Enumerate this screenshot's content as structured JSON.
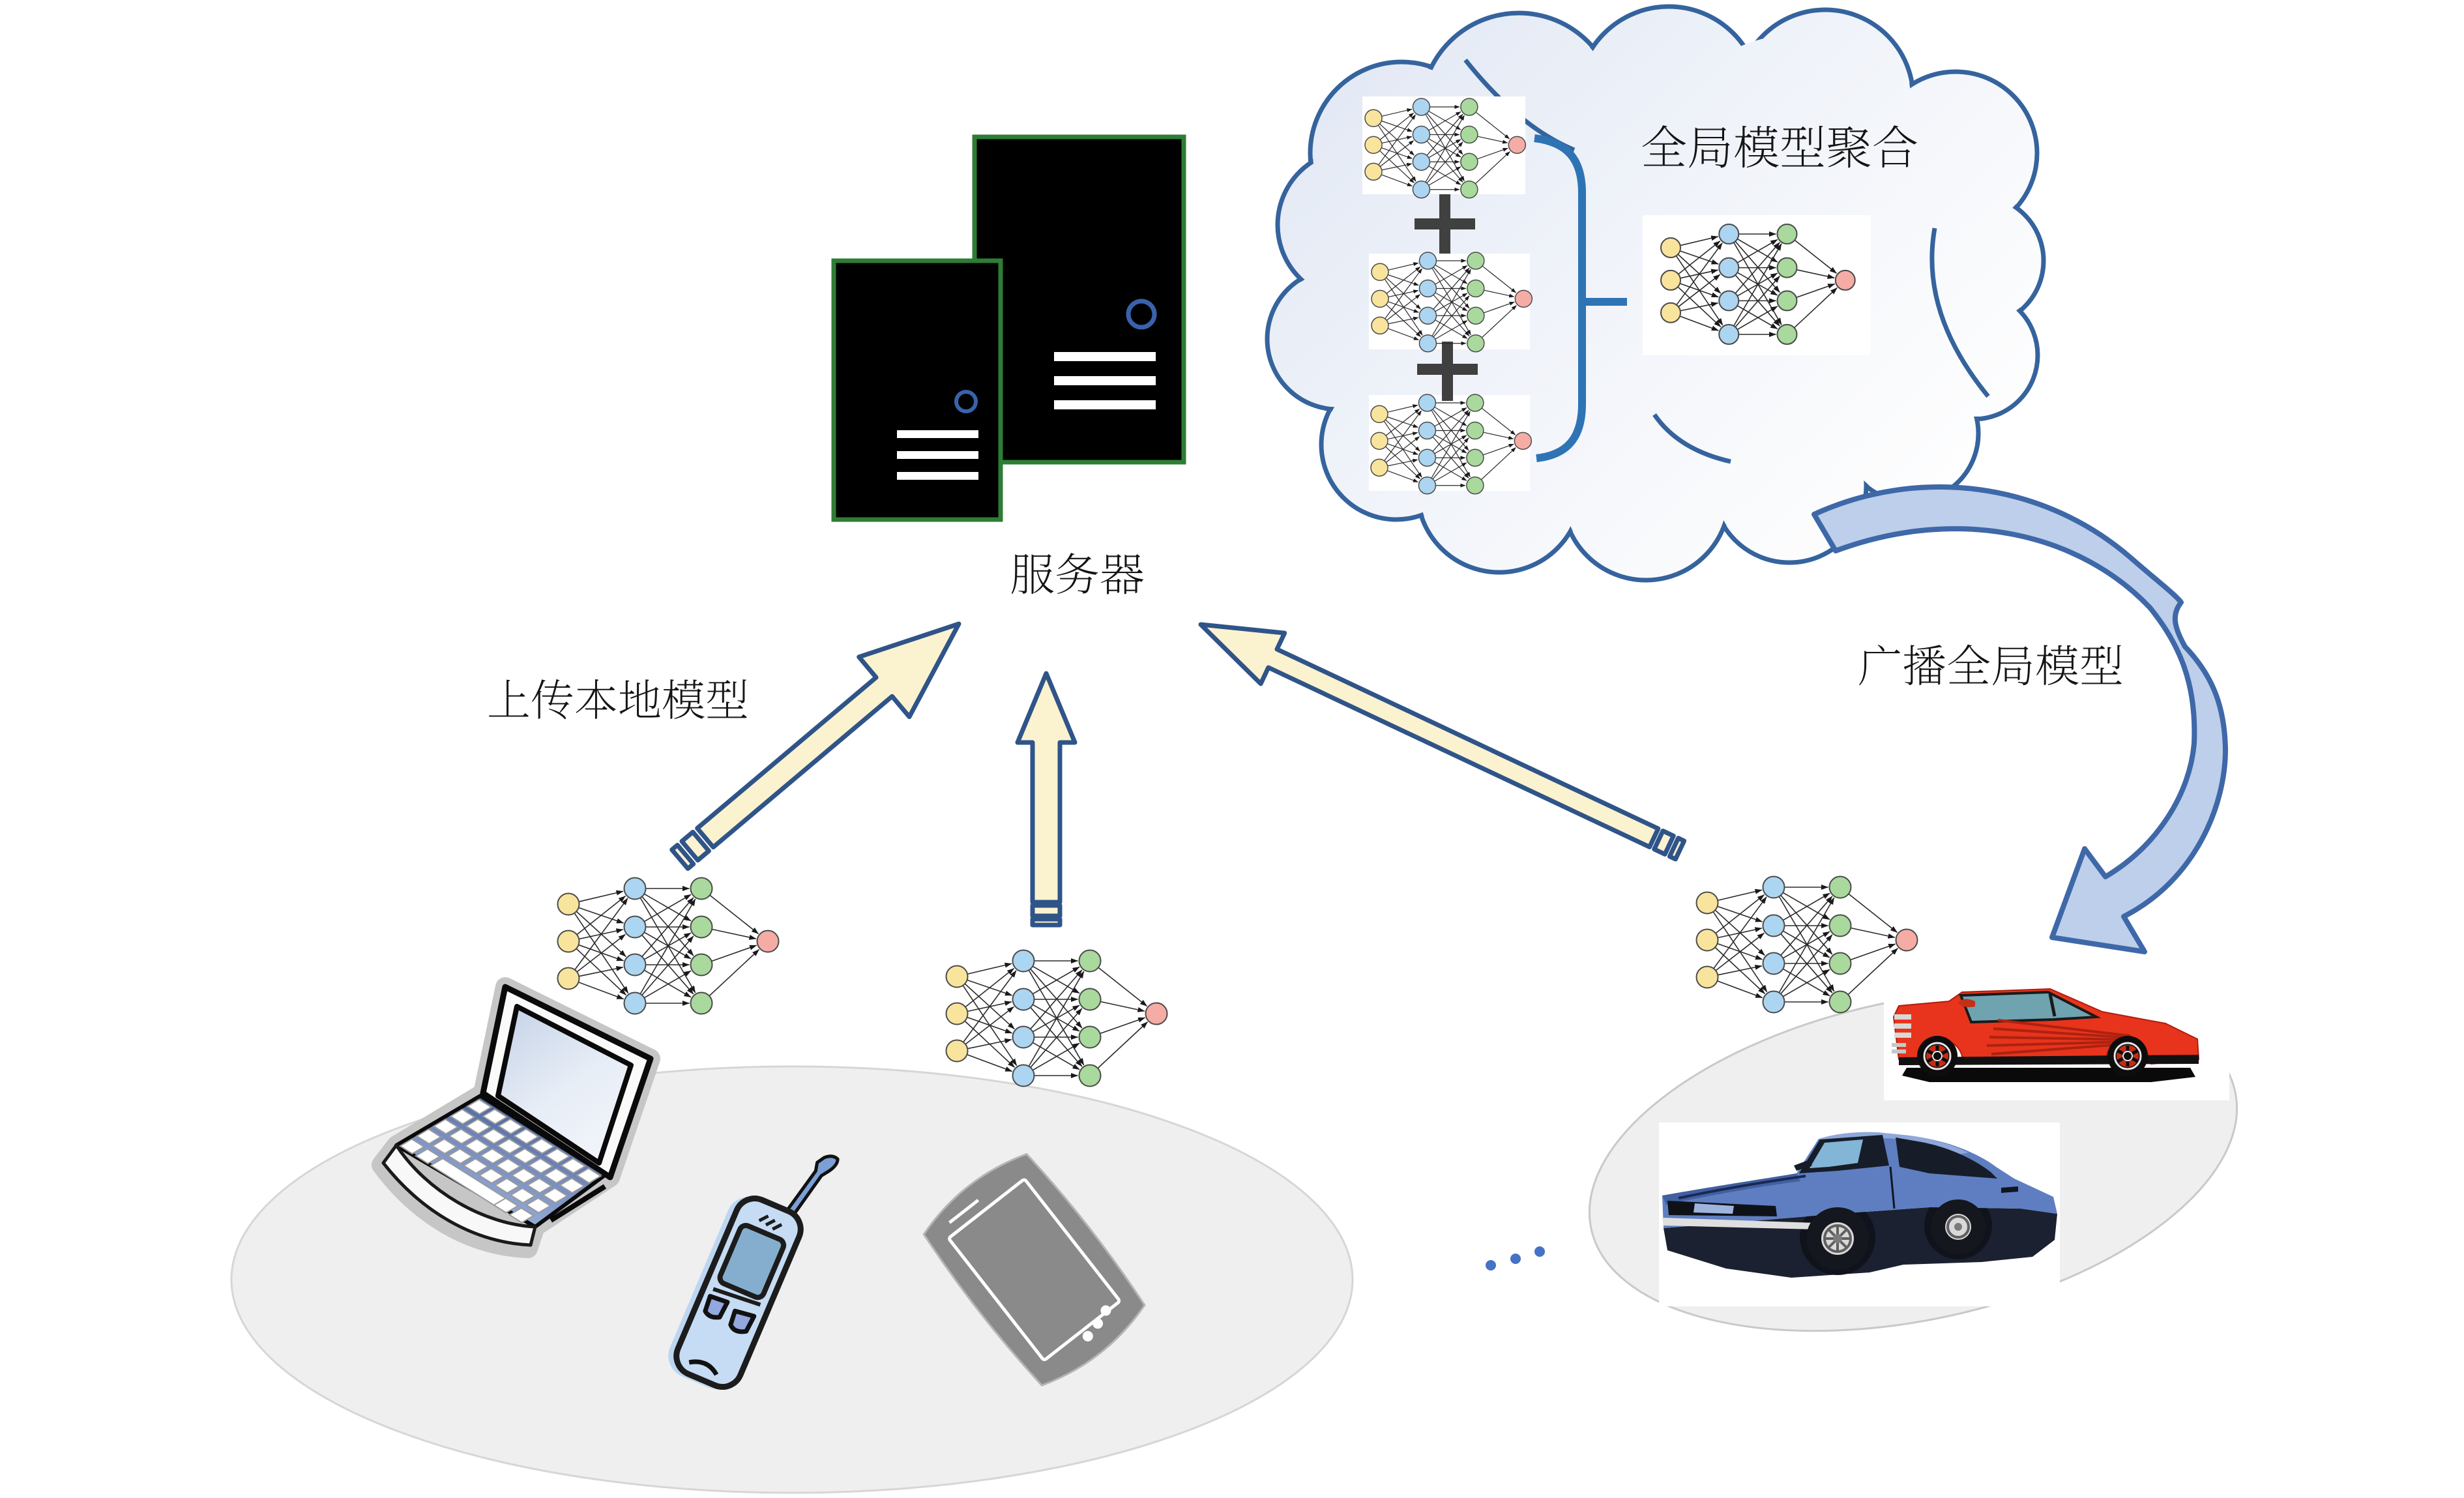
{
  "figure": {
    "type": "federated-learning-architecture-diagram",
    "background": "#FFFFFF",
    "labels": {
      "server": "服务器",
      "upload": "上传本地模型",
      "broadcast": "广播全局模型",
      "aggregate": "全局模型聚合",
      "plus_sign": "+",
      "ellipsis": "· · ·"
    },
    "text_color": "#141414",
    "cloud": {
      "stroke": "#35639D",
      "fill_from": "#E5EAF4",
      "fill_to": "#FDFDFE",
      "bracket_color": "#2E74B5",
      "plus_color": "#404040"
    },
    "servers": {
      "count": 2,
      "body_color": "#000000",
      "border_color": "#2E7D35",
      "vent_color": "#FFFFFF",
      "power_ring_color": "#3A62AC"
    },
    "upload_arrows": {
      "count": 3,
      "fill": "#FBF2D0",
      "stroke": "#2F5488"
    },
    "broadcast_arrow": {
      "fill": "#BDCFEA",
      "stroke": "#3E68A8"
    },
    "neural_network": {
      "layer_sizes": [
        3,
        4,
        4,
        1
      ],
      "node_colors": {
        "input": "#F8E49C",
        "hidden1": "#ACD5F1",
        "hidden2": "#A9D99C",
        "output": "#F5ACA5"
      },
      "edge_color": "#2A2A2A"
    },
    "client_groups": {
      "device_group": {
        "items": [
          "laptop",
          "feature-phone",
          "smartphone"
        ],
        "zone_fill": "#EFEFEF"
      },
      "vehicle_group": {
        "items": [
          "red-sports-car",
          "blue-sedan"
        ],
        "zone_fill": "#EFEFEF"
      },
      "dots_color": "#4472C4"
    }
  }
}
